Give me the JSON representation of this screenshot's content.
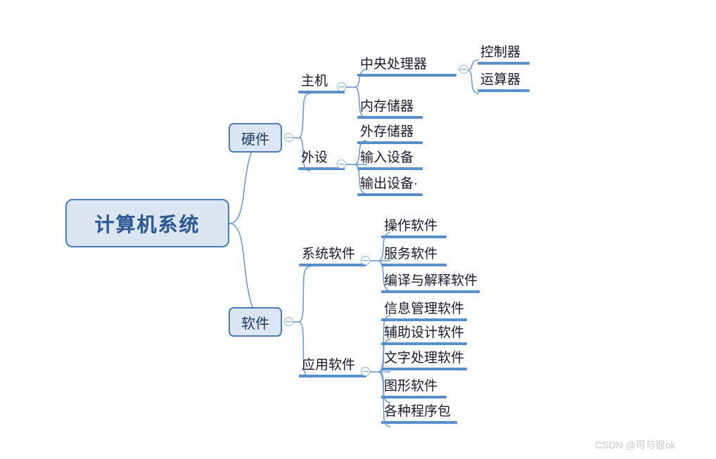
{
  "diagram": {
    "title": "计算机系统",
    "background": "#ffffff",
    "accent_color": "#5B8FCB",
    "node_fill": "#DCE6F2",
    "node_border": "#4A7EBB",
    "root_text_color": "#2E5A93",
    "text_color": "#1A1A2E"
  },
  "root": {
    "label": "计算机系统"
  },
  "branches": {
    "hardware": {
      "label": "硬件",
      "children": {
        "host": {
          "label": "主机",
          "children": {
            "cpu": {
              "label": "中央处理器",
              "children": {
                "controller": {
                  "label": "控制器"
                },
                "alu": {
                  "label": "运算器"
                }
              }
            },
            "memory": {
              "label": "内存储器"
            }
          }
        },
        "peripheral": {
          "label": "外设",
          "children": {
            "storage": {
              "label": "外存储器"
            },
            "input": {
              "label": "输入设备"
            },
            "output": {
              "label": "输出设备·"
            }
          }
        }
      }
    },
    "software": {
      "label": "软件",
      "children": {
        "system_software": {
          "label": "系统软件",
          "children": {
            "os": {
              "label": "操作软件"
            },
            "service": {
              "label": "服务软件"
            },
            "compiler": {
              "label": "编译与解释软件"
            }
          }
        },
        "application_software": {
          "label": "应用软件",
          "children": {
            "info_mgmt": {
              "label": "信息管理软件"
            },
            "cad": {
              "label": "辅助设计软件"
            },
            "word": {
              "label": "文字处理软件"
            },
            "graphics": {
              "label": "图形软件"
            },
            "packages": {
              "label": "各种程序包"
            }
          }
        }
      }
    }
  },
  "watermark": {
    "text": "CSDN @可与很ok"
  },
  "toggles": {
    "icon": "collapse-minus-icon"
  }
}
